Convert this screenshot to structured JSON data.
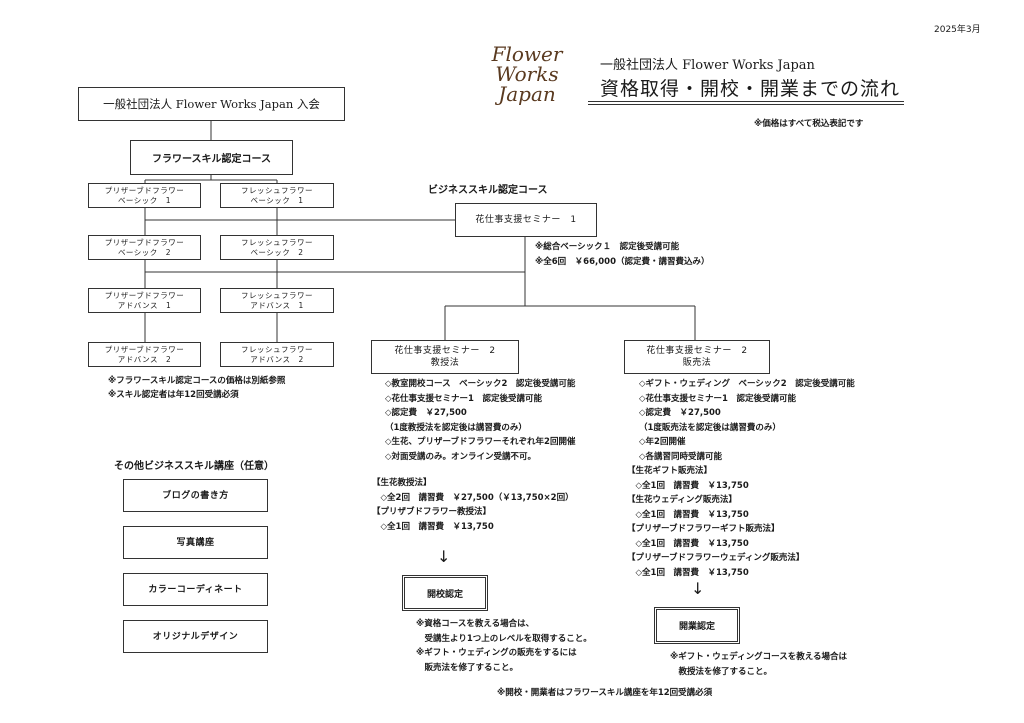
{
  "date": "2025年3月",
  "logo": {
    "line1": "Flower",
    "line2": "Works",
    "line3": "Japan"
  },
  "header": {
    "org": "一般社団法人 Flower Works Japan",
    "title": "資格取得・開校・開業までの流れ",
    "tax_note": "※価格はすべて税込表記です"
  },
  "join": {
    "label": "一般社団法人 Flower Works Japan 入会"
  },
  "skill_course": {
    "title": "フラワースキル認定コース",
    "left": [
      {
        "l1": "プリザーブドフラワー",
        "l2": "ベーシック　1"
      },
      {
        "l1": "プリザーブドフラワー",
        "l2": "ベーシック　2"
      },
      {
        "l1": "プリザーブドフラワー",
        "l2": "アドバンス　1"
      },
      {
        "l1": "プリザーブドフラワー",
        "l2": "アドバンス　2"
      }
    ],
    "right": [
      {
        "l1": "フレッシュフラワー",
        "l2": "ベーシック　1"
      },
      {
        "l1": "フレッシュフラワー",
        "l2": "ベーシック　2"
      },
      {
        "l1": "フレッシュフラワー",
        "l2": "アドバンス　1"
      },
      {
        "l1": "フレッシュフラワー",
        "l2": "アドバンス　2"
      }
    ],
    "notes": [
      "※フラワースキル認定コースの価格は別紙参照",
      "※スキル認定者は年12回受講必須"
    ]
  },
  "business_course": {
    "title": "ビジネススキル認定コース",
    "seminar1": {
      "label": "花仕事支援セミナー　1"
    },
    "seminar1_notes": [
      "※総合ベーシック１　認定後受講可能",
      "※全6回　￥66,000（認定費・講習費込み）"
    ],
    "seminar2a": {
      "l1": "花仕事支援セミナー　2",
      "l2": "教授法"
    },
    "seminar2a_notes": [
      "◇教室開校コース　ベーシック2　認定後受講可能",
      "◇花仕事支援セミナー1　認定後受講可能",
      "◇認定費　￥27,500",
      "（1度教授法を認定後は講習費のみ）",
      "◇生花、プリザーブドフラワーそれぞれ年2回開催",
      "◇対面受講のみ。オンライン受講不可。"
    ],
    "seminar2a_extra": [
      "【生花教授法】",
      "　◇全2回　講習費　￥27,500（￥13,750×2回）",
      "【プリザブドフラワー教授法】",
      "　◇全1回　講習費　￥13,750"
    ],
    "seminar2b": {
      "l1": "花仕事支援セミナー　2",
      "l2": "販売法"
    },
    "seminar2b_notes": [
      "◇ギフト・ウェディング　ベーシック2　認定後受講可能",
      "◇花仕事支援セミナー1　認定後受講可能",
      "◇認定費　￥27,500",
      "（1度販売法を認定後は講習費のみ）",
      "◇年2回開催",
      "◇各講習同時受講可能",
      "【生花ギフト販売法】",
      "　◇全1回　講習費　￥13,750",
      "【生花ウェディング販売法】",
      "　◇全1回　講習費　￥13,750",
      "【プリザーブドフラワーギフト販売法】",
      "　◇全1回　講習費　￥13,750",
      "【プリザーブドフラワーウェディング販売法】",
      "　◇全1回　講習費　￥13,750"
    ],
    "arrow": "↓",
    "kaikou": {
      "label": "開校認定"
    },
    "kaikou_notes": [
      "※資格コースを教える場合は、",
      "　受講生より1つ上のレベルを取得すること。",
      "※ギフト・ウェディングの販売をするには",
      "　販売法を修了すること。"
    ],
    "kaigyou": {
      "label": "開業認定"
    },
    "kaigyou_notes": [
      "※ギフト・ウェディングコースを教える場合は",
      "　教授法を修了すること。"
    ]
  },
  "other": {
    "title": "その他ビジネススキル講座（任意）",
    "items": [
      "ブログの書き方",
      "写真講座",
      "カラーコーディネート",
      "オリジナルデザイン"
    ]
  },
  "footer": "※開校・開業者はフラワースキル講座を年12回受講必須"
}
